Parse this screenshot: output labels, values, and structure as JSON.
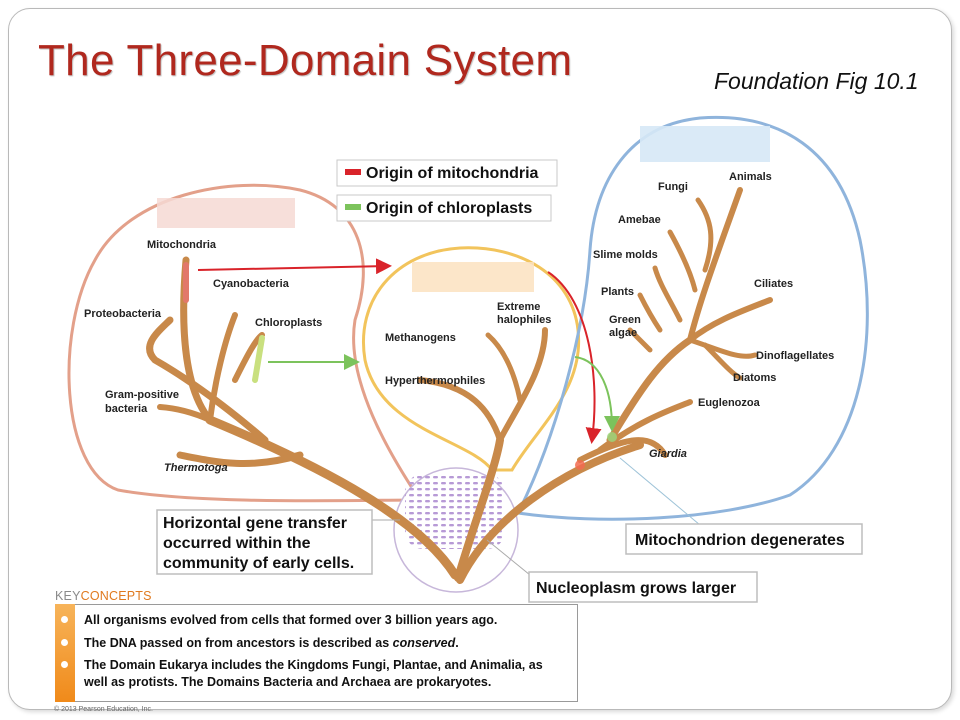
{
  "title": "The Three-Domain System",
  "subtitle": "Foundation Fig 10.1",
  "legend": {
    "mitochondria": "Origin of mitochondria",
    "chloroplasts": "Origin of chloroplasts"
  },
  "bacteria_labels": {
    "mitochondria": "Mitochondria",
    "cyanobacteria": "Cyanobacteria",
    "proteobacteria": "Proteobacteria",
    "chloroplasts": "Chloroplasts",
    "gram_positive_line1": "Gram-positive",
    "gram_positive_line2": "bacteria",
    "thermotoga": "Thermotoga"
  },
  "archaea_labels": {
    "extreme_line1": "Extreme",
    "extreme_line2": "halophiles",
    "methanogens": "Methanogens",
    "hyperthermophiles": "Hyperthermophiles"
  },
  "eukarya_labels": {
    "fungi": "Fungi",
    "animals": "Animals",
    "amebae": "Amebae",
    "slime_molds": "Slime molds",
    "plants": "Plants",
    "ciliates": "Ciliates",
    "green_algae_line1": "Green",
    "green_algae_line2": "algae",
    "dinoflagellates": "Dinoflagellates",
    "diatoms": "Diatoms",
    "euglenozoa": "Euglenozoa",
    "giardia": "Giardia"
  },
  "callouts": {
    "hgt_line1": "Horizontal gene transfer",
    "hgt_line2": "occurred within the",
    "hgt_line3": "community of early cells.",
    "mito_degenerates": "Mitochondrion degenerates",
    "nucleoplasm": "Nucleoplasm grows larger"
  },
  "key_concepts": {
    "key": "KEY",
    "concepts": "CONCEPTS",
    "item1": "All organisms evolved from cells that formed over 3 billion years ago.",
    "item2_pre": "The DNA passed on from ancestors is described as ",
    "item2_em": "conserved",
    "item2_post": ".",
    "item3": "The Domain Eukarya includes the Kingdoms Fungi, Plantae, and Animalia, as well as protists. The Domains Bacteria and Archaea are prokaryotes."
  },
  "copyright": "© 2013 Pearson Education, Inc.",
  "colors": {
    "title": "#b0281e",
    "bacteria_outline": "#e3a08a",
    "archaea_outline": "#f2c45c",
    "eukarya_outline": "#8fb4dc",
    "branch": "#c8894a",
    "mitochondria_arrow": "#d9232a",
    "chloroplast_arrow": "#7cc35c",
    "key_concepts_bar": "#f08a1a"
  }
}
